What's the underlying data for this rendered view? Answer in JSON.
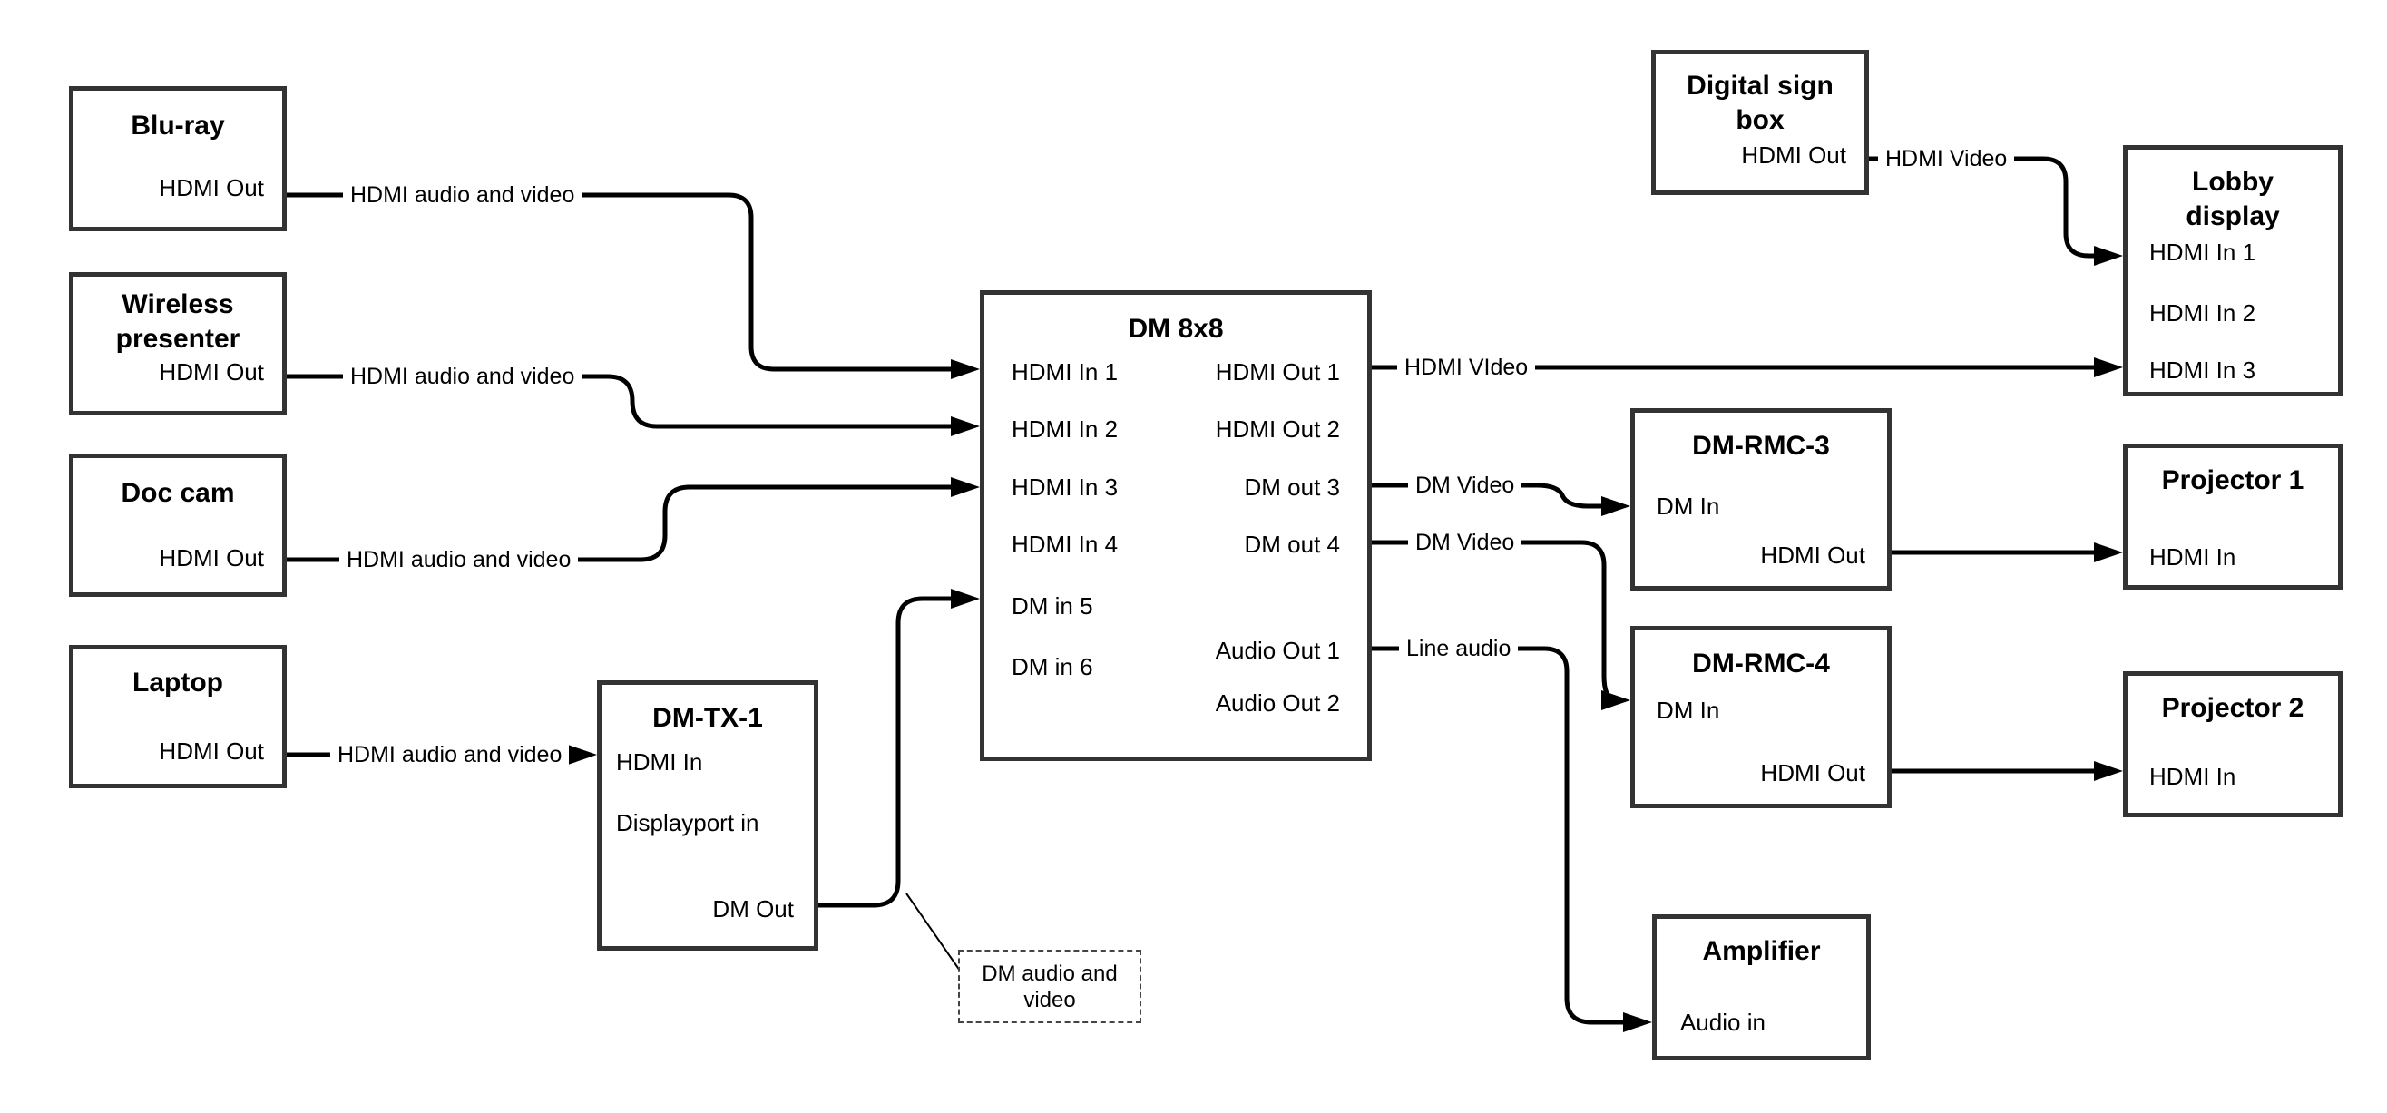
{
  "colors": {
    "wire": "#000000",
    "box_border": "#333333",
    "background": "#ffffff",
    "text": "#000000"
  },
  "nodes": {
    "bluray": {
      "title": "Blu-ray",
      "port_out": "HDMI Out"
    },
    "wireless": {
      "title_line1": "Wireless",
      "title_line2": "presenter",
      "port_out": "HDMI Out"
    },
    "doccam": {
      "title": "Doc cam",
      "port_out": "HDMI Out"
    },
    "laptop": {
      "title": "Laptop",
      "port_out": "HDMI Out"
    },
    "dmtx1": {
      "title": "DM-TX-1",
      "port_hdmi_in": "HDMI In",
      "port_dp_in": "Displayport in",
      "port_dm_out": "DM Out"
    },
    "dm8x8": {
      "title": "DM 8x8",
      "left_ports": [
        "HDMI In 1",
        "HDMI In 2",
        "HDMI In 3",
        "HDMI In 4",
        "DM in 5",
        "DM in 6"
      ],
      "right_ports": [
        "HDMI Out 1",
        "HDMI Out 2",
        "DM out 3",
        "DM out 4",
        "Audio Out 1",
        "Audio Out 2"
      ]
    },
    "digitalsign": {
      "title_line1": "Digital sign",
      "title_line2": "box",
      "port_out": "HDMI Out"
    },
    "lobby": {
      "title_line1": "Lobby",
      "title_line2": "display",
      "ports": [
        "HDMI In 1",
        "HDMI In 2",
        "HDMI In 3"
      ]
    },
    "dmrmc3": {
      "title": "DM-RMC-3",
      "port_in": "DM In",
      "port_out": "HDMI Out"
    },
    "projector1": {
      "title": "Projector 1",
      "port_in": "HDMI In"
    },
    "dmrmc4": {
      "title": "DM-RMC-4",
      "port_in": "DM In",
      "port_out": "HDMI Out"
    },
    "projector2": {
      "title": "Projector 2",
      "port_in": "HDMI In"
    },
    "amplifier": {
      "title": "Amplifier",
      "port_in": "Audio in"
    }
  },
  "wire_labels": {
    "bluray_feed": "HDMI audio and video",
    "wireless_feed": "HDMI audio and video",
    "doccam_feed": "HDMI audio and video",
    "laptop_feed": "HDMI audio and video",
    "hdmi_out1": "HDMI VIdeo",
    "dm_out3": "DM Video",
    "dm_out4": "DM Video",
    "audio_out1": "Line audio",
    "digitalsign_feed": "HDMI Video"
  },
  "annotation": {
    "line1": "DM audio and",
    "line2": "video"
  }
}
